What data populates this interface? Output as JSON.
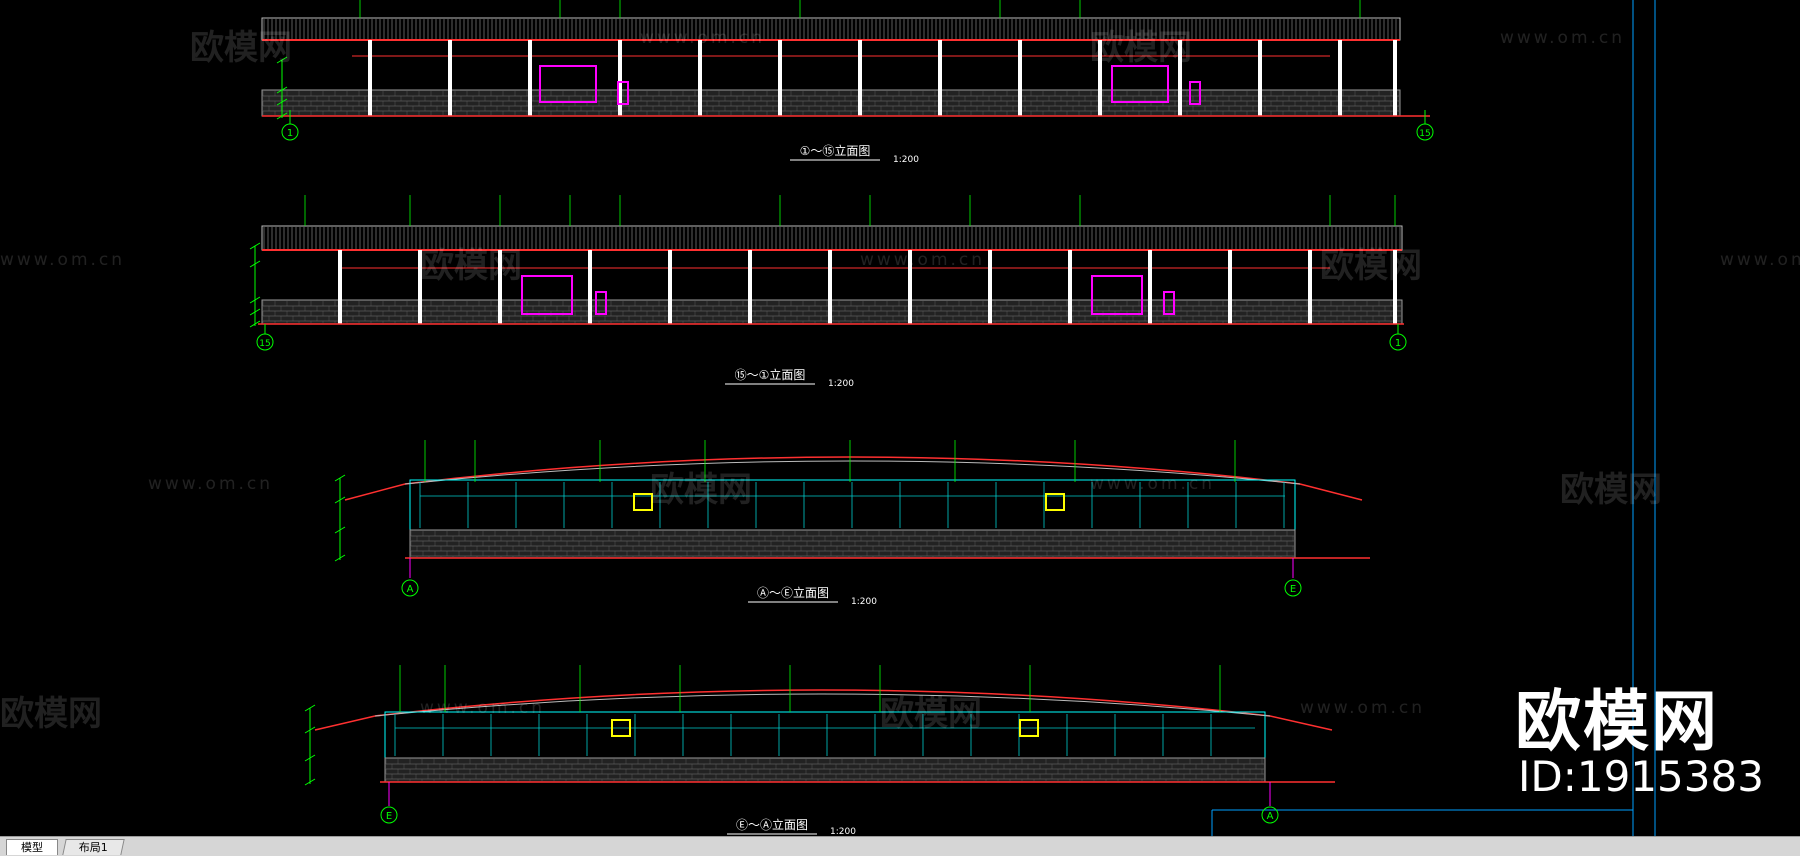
{
  "elevations": [
    {
      "label": "①～⑮立面图",
      "scale": "1:200",
      "axis_left": "1",
      "axis_right": "15"
    },
    {
      "label": "⑮～①立面图",
      "scale": "1:200",
      "axis_left": "15",
      "axis_right": "1"
    },
    {
      "label": "Ⓐ～Ⓔ立面图",
      "scale": "1:200",
      "axis_left": "A",
      "axis_right": "E"
    },
    {
      "label": "Ⓔ～Ⓐ立面图",
      "scale": "1:200",
      "axis_left": "E",
      "axis_right": "A"
    }
  ],
  "brand": {
    "name": "欧模网",
    "id": "ID:1915383"
  },
  "watermark": {
    "logo": "欧模网",
    "url": "www.om.cn"
  },
  "tabs": [
    {
      "label": "模型",
      "active": true
    },
    {
      "label": "布局1",
      "active": false
    }
  ],
  "colors": {
    "background": "#000000",
    "roof": "#c8c8c8",
    "red": "#ff3030",
    "green": "#00ff00",
    "magenta": "#ff00ff",
    "cyan": "#00ffff",
    "white": "#ffffff",
    "brick": "#808080"
  }
}
